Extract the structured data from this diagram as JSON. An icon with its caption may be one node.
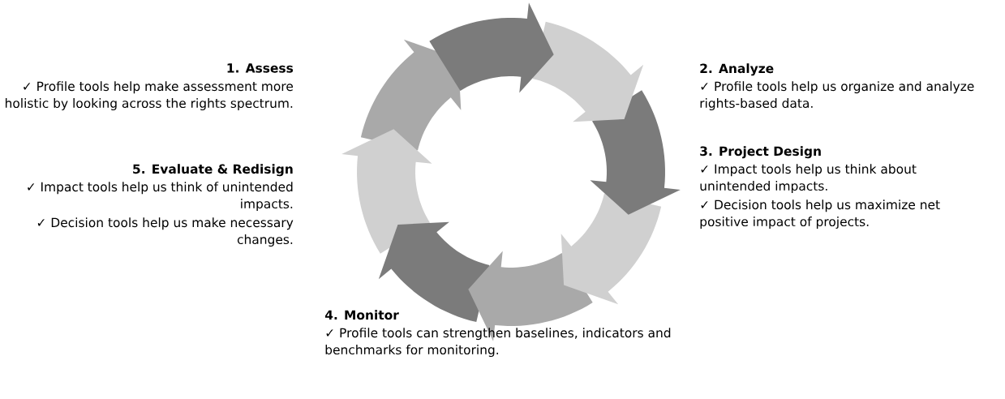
{
  "diagram": {
    "labels": [
      "1. Assess",
      "✓ Profile tools help make assessment more holistic by looking across the rights spectrum.",
      "2. Analyze",
      "✓ Profile tools help us organize and analyze rights-based data.",
      "3. Project Design",
      "✓ Impact tools help us think about unintended impacts.",
      "✓ Decision tools help us maximize net positive impact of projects.",
      "5. Evaluate & Redisign",
      "✓ Impact tools help us think of unintended impacts.",
      "✓ Decision tools help us make necessary changes.",
      "4. Monitor",
      "✓ Profile tools can strengthen baselines, indicators and benchmarks for monitoring."
    ]
  }
}
